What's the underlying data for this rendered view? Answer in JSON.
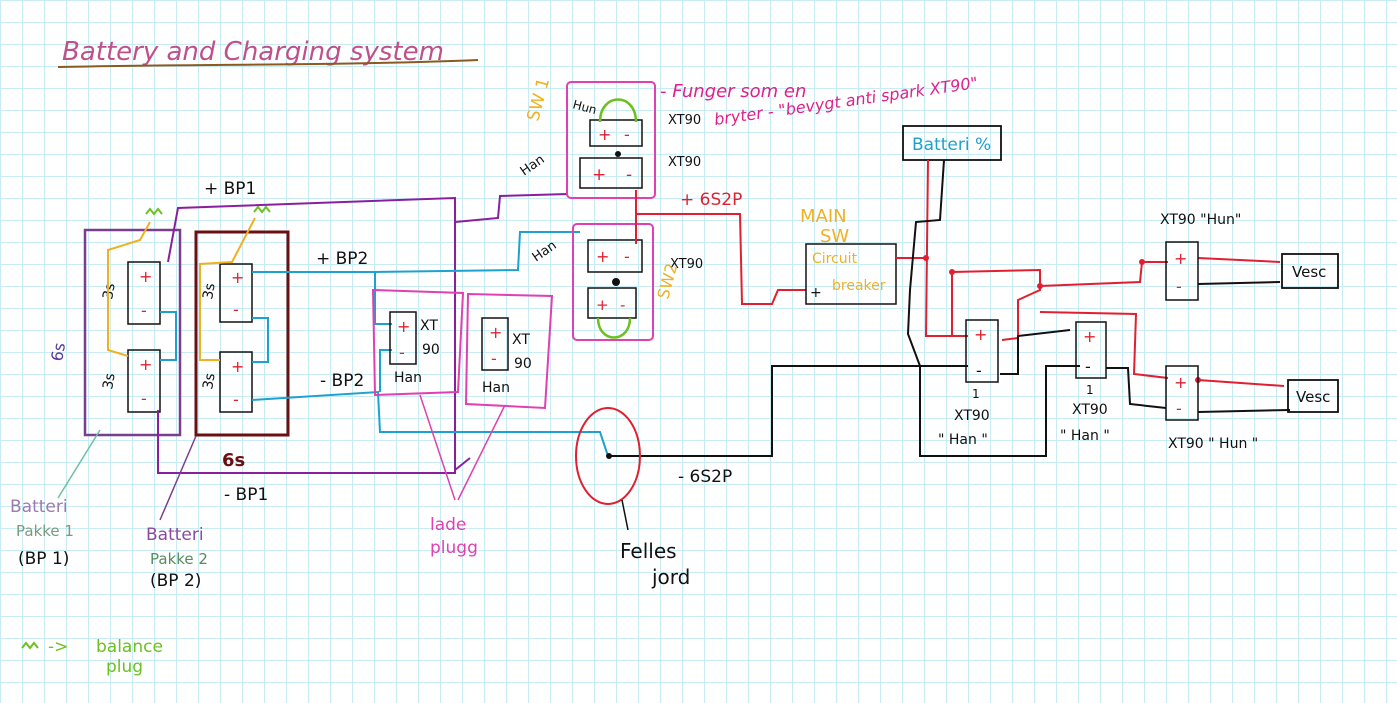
{
  "title": "Battery and Charging system",
  "colors": {
    "red": "#e02030",
    "black": "#111111",
    "blue": "#1ea0d0",
    "purple": "#8a1f9e",
    "maroon": "#6b0f10",
    "pink": "#e040b0",
    "orange": "#f0b020",
    "green": "#6cc020",
    "magenta": "#e0208a"
  },
  "packs": {
    "bp1_cell_top": "3s",
    "bp1_cell_bottom": "3s",
    "bp2_cell_top": "3s",
    "bp2_cell_bottom": "3s",
    "bp1_group": "6s",
    "bp2_group": "6s"
  },
  "labels": {
    "plus_bp1": "+ BP1",
    "minus_bp1": "- BP1",
    "plus_bp2": "+ BP2",
    "minus_bp2": "- BP2",
    "plus_6s2p": "+ 6S2P",
    "minus_6s2p": "- 6S2P",
    "sw1": "SW 1",
    "sw2": "SW2",
    "hun": "Hun",
    "han": "Han",
    "xt90": "XT90",
    "funger_line1": "- Funger som en",
    "funger_line2": "bryter - \"bevygt anti spark XT90\"",
    "main_sw_line1": "MAIN",
    "main_sw_line2": "SW",
    "circuit": "Circuit",
    "breaker": "breaker",
    "batteri_pct": "Batteri %",
    "vesc": "Vesc",
    "xt90_hun_top": "XT90 \"Hun\"",
    "xt90_hun_bottom": "XT90 \" Hun \"",
    "xt90_han_1_a": "XT90",
    "xt90_han_1_b": "\" Han \"",
    "xt90_han_2_a": "XT90",
    "xt90_han_2_b": "\" Han \"",
    "xt": "XT",
    "ninety": "90",
    "lade_1": "lade",
    "lade_2": "plugg",
    "felles_1": "Felles",
    "felles_2": "jord",
    "bp1_name_1": "Batteri",
    "bp1_name_2": "Pakke 1",
    "bp1_name_3": "(BP 1)",
    "bp2_name_1": "Batteri",
    "bp2_name_2": "Pakke 2",
    "bp2_name_3": "(BP 2)",
    "balance_1": "balance",
    "balance_2": "plug",
    "arrow": "->",
    "plus": "+",
    "minus": "-",
    "cross": "+",
    "one": "1"
  }
}
